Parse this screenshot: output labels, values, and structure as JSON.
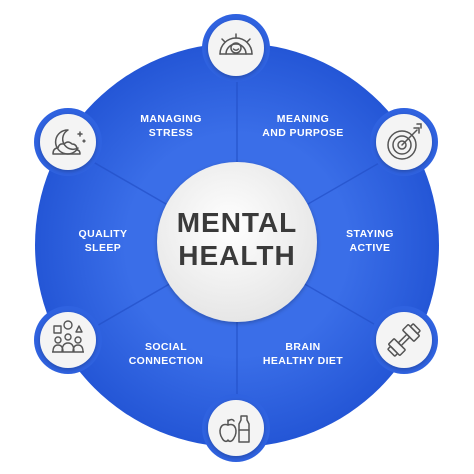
{
  "center": {
    "line1": "MENTAL",
    "line2": "HEALTH"
  },
  "segments": [
    {
      "id": "managing-stress",
      "line1": "MANAGING",
      "line2": "STRESS",
      "icon": "gauge-smile-icon"
    },
    {
      "id": "meaning-and-purpose",
      "line1": "MEANING",
      "line2": "AND PURPOSE",
      "icon": "target-dart-icon"
    },
    {
      "id": "staying-active",
      "line1": "STAYING",
      "line2": "ACTIVE",
      "icon": "dumbbell-icon"
    },
    {
      "id": "brain-healthy-diet",
      "line1": "BRAIN",
      "line2": "HEALTHY DIET",
      "icon": "apple-bottle-icon"
    },
    {
      "id": "social-connection",
      "line1": "SOCIAL",
      "line2": "CONNECTION",
      "icon": "people-shapes-icon"
    },
    {
      "id": "quality-sleep",
      "line1": "QUALITY",
      "line2": "SLEEP",
      "icon": "moon-cloud-icon"
    }
  ],
  "colors": {
    "ring": "#2f62e0",
    "ring_dark": "#1f4fcc",
    "icon_border": "#2f62e0",
    "center_fill": "#f2f2f2",
    "text_dark": "#3a3a3a",
    "icon_stroke": "#555555"
  }
}
